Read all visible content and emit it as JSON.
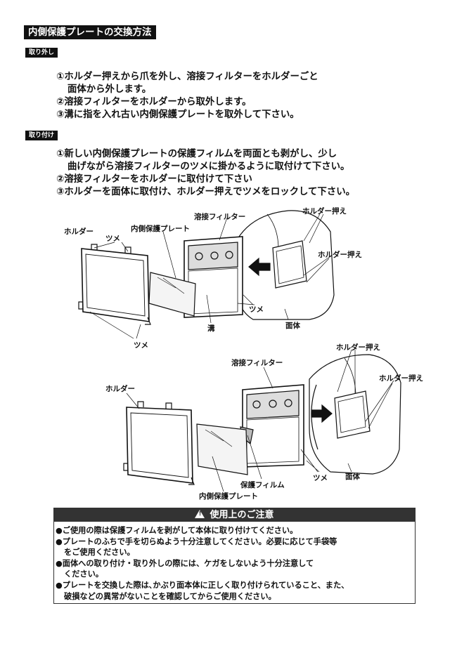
{
  "title": "内側保護プレートの交換方法",
  "removal": {
    "tag": "取り外し",
    "lines": [
      "①ホルダー押えから爪を外し、溶接フィルターをホルダーごと",
      "面体から外します。",
      "②溶接フィルターをホルダーから取外します。",
      "③溝に指を入れ古い内側保護プレートを取外して下さい。"
    ]
  },
  "install": {
    "tag": "取り付け",
    "lines": [
      "①新しい内側保護プレートの保護フィルムを両面とも剥がし、少し",
      "曲げながら溶接フィルターのツメに掛かるように取付けて下さい。",
      "②溶接フィルターをホルダーに取付けて下さい",
      "③ホルダーを面体に取付け、ホルダー押えでツメをロックして下さい。"
    ]
  },
  "figure1_labels": {
    "filter": "溶接フィルター",
    "holder_press_1": "ホルダー押え",
    "holder": "ホルダー",
    "inner_plate": "内側保護プレート",
    "claw_top": "ツメ",
    "holder_press_2": "ホルダー押え",
    "claw_mid": "ツメ",
    "groove": "溝",
    "shell": "面体",
    "claw_bottom": "ツメ"
  },
  "figure2_labels": {
    "holder_press_1": "ホルダー押え",
    "filter": "溶接フィルター",
    "holder_press_2": "ホルダー押え",
    "holder": "ホルダー",
    "film": "保護フィルム",
    "claw": "ツメ",
    "shell": "面体",
    "inner_plate": "内側保護プレート"
  },
  "caution": {
    "heading": "使用上のご注意",
    "lines": [
      "●ご使用の際は保護フィルムを剥がして本体に取り付けてください。",
      "●プレートのふちで手を切らぬよう十分注意してください。必要に応じて手袋等",
      "をご使用ください。",
      "●面体への取り付け・取り外しの際には、ケガをしないよう十分注意して",
      "ください。",
      "●プレートを交換した際は､かぶり面本体に正しく取り付けられていること、また、",
      "破損などの異常がないことを確認してからご使用ください。"
    ]
  },
  "icons": {
    "warning": "warning-triangle-icon",
    "arrow": "insert-arrow-icon"
  }
}
